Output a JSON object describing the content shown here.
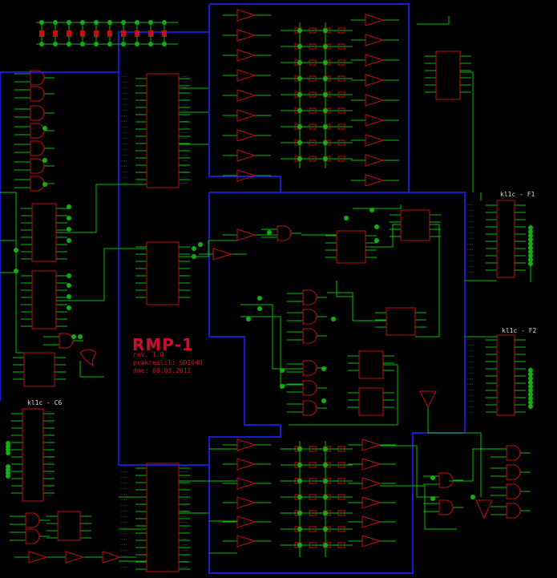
{
  "title_block": {
    "title": "RMP-1",
    "rev": "rev. 1.0",
    "author": "prakreslil: SD1040",
    "date": "dne: 08.03.2011"
  },
  "connectors": {
    "f1": "kl1c - F1",
    "f2": "kl1c - F2",
    "c6": "kl1c - C6"
  },
  "colors": {
    "wire": "#00c800",
    "bus": "#1a1acc",
    "component": "#c01010",
    "junction": "#10b010",
    "background": "#000000"
  }
}
